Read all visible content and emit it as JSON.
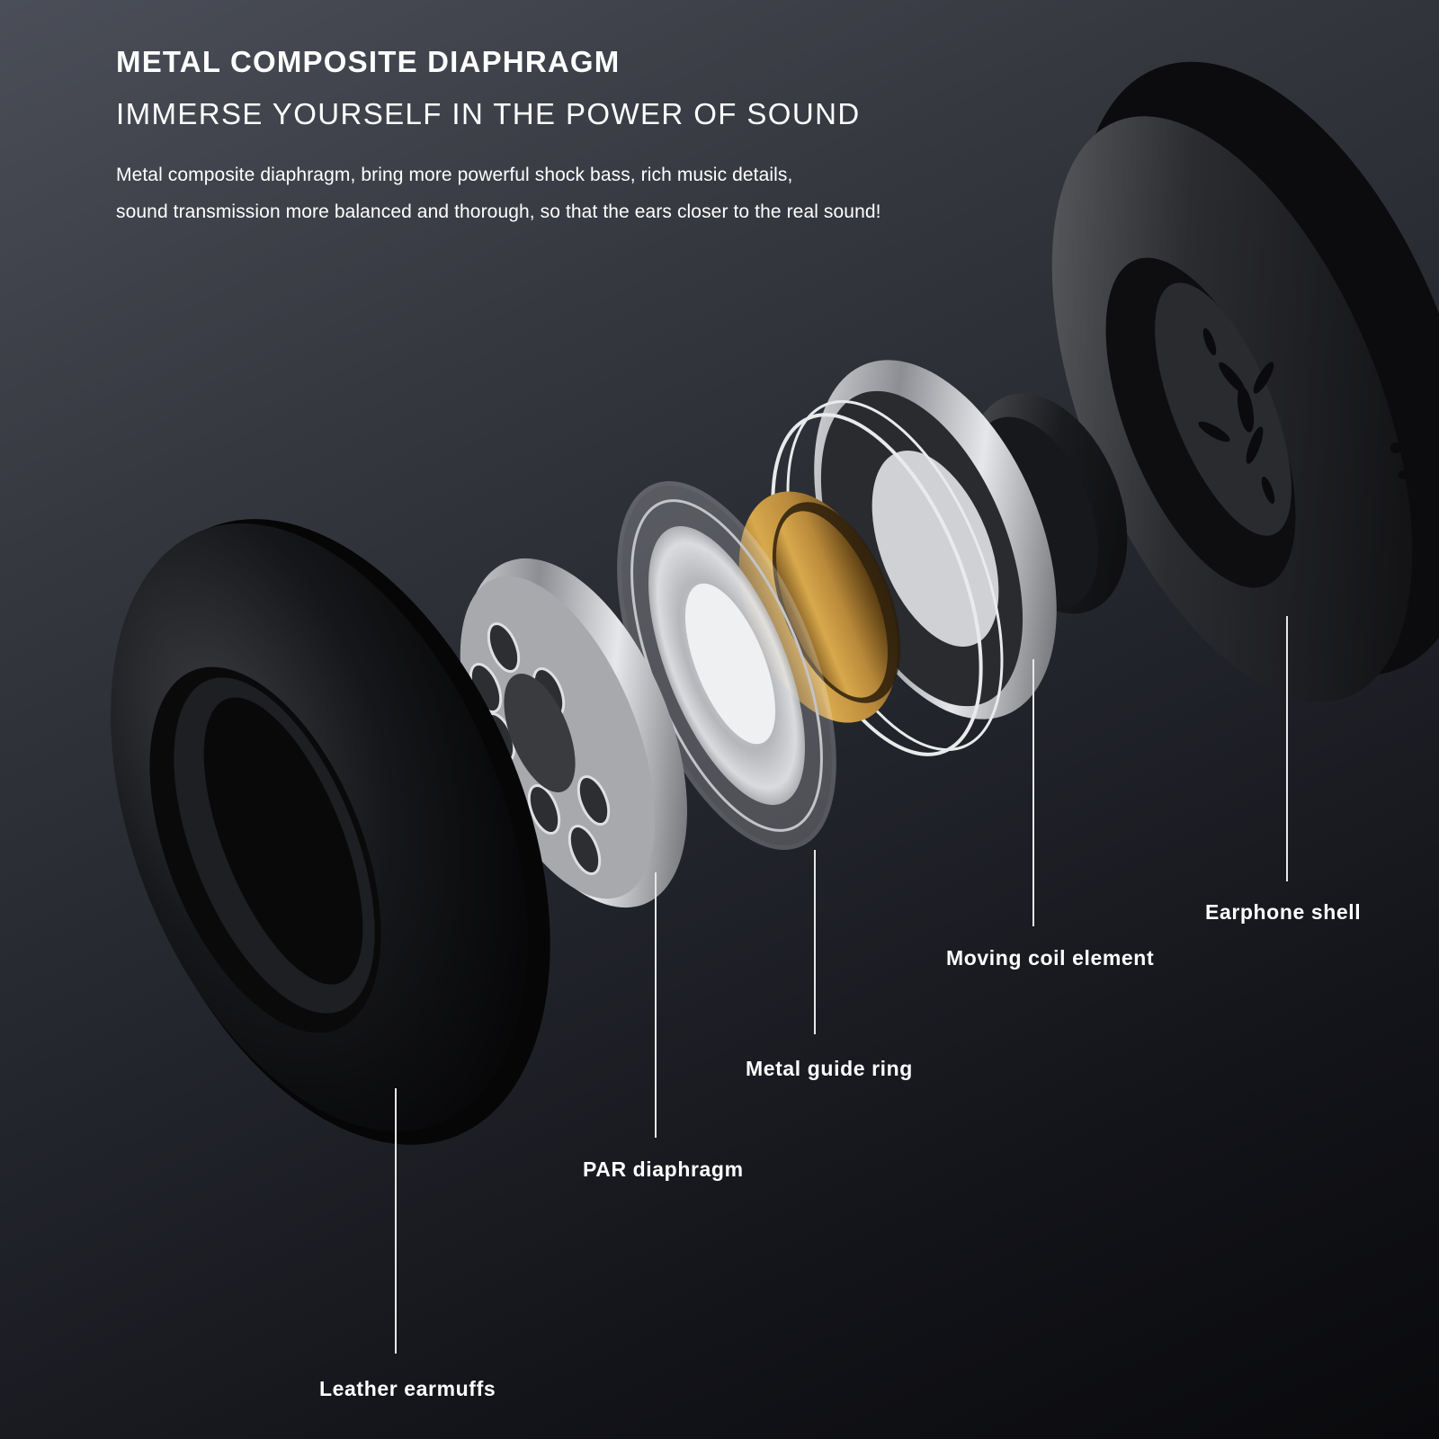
{
  "header": {
    "title": "METAL COMPOSITE DIAPHRAGM",
    "subtitle": "IMMERSE YOURSELF IN THE POWER OF SOUND",
    "description_line1": "Metal composite diaphragm, bring more powerful shock bass, rich music details,",
    "description_line2": "sound transmission more balanced and thorough, so that the ears closer to the real sound!"
  },
  "callouts": {
    "earphone_shell": "Earphone shell",
    "moving_coil": "Moving coil element",
    "metal_guide_ring": "Metal guide ring",
    "par_diaphragm": "PAR diaphragm",
    "leather_earmuffs": "Leather earmuffs"
  },
  "colors": {
    "text": "#ffffff",
    "leather": "#111214",
    "gold_ring": "#b8893a",
    "chrome": "#c8cacd"
  }
}
